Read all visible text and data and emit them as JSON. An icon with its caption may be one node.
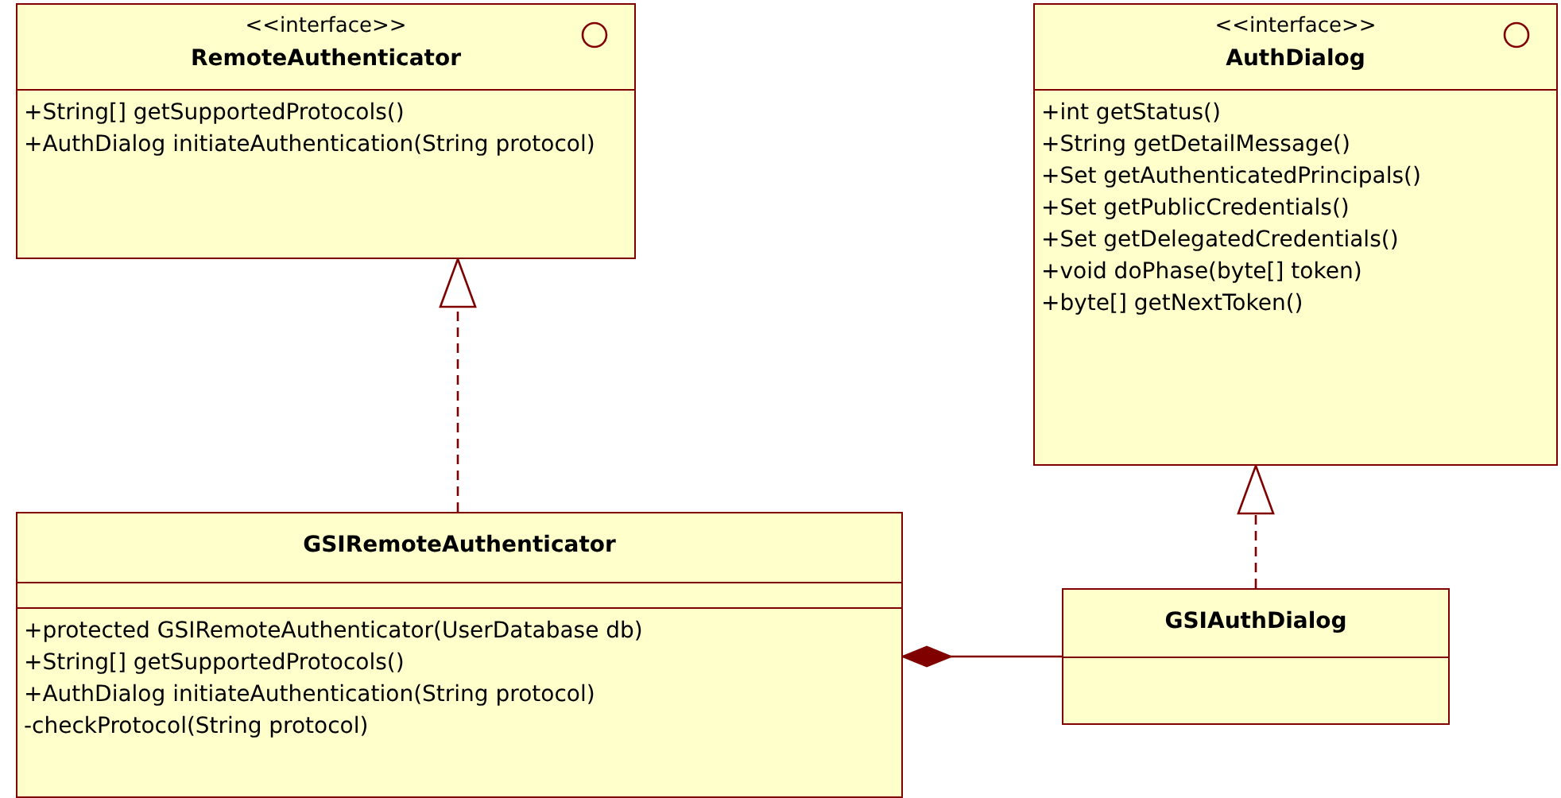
{
  "diagram": {
    "nodes": [
      {
        "text": [
          "<<interface>>",
          "RemoteAuthenticator",
          "+String[] getSupportedProtocols()",
          "+AuthDialog initiateAuthentication(String protocol)"
        ]
      },
      {
        "text": [
          "<<interface>>",
          "AuthDialog",
          "+int getStatus()",
          "+String getDetailMessage()",
          "+Set getAuthenticatedPrincipals()",
          "+Set getPublicCredentials()",
          "+Set getDelegatedCredentials()",
          "+void doPhase(byte[] token)",
          "+byte[] getNextToken()"
        ]
      },
      {
        "text": [
          "GSIRemoteAuthenticator",
          "+protected GSIRemoteAuthenticator(UserDatabase db)",
          "+String[] getSupportedProtocols()",
          "+AuthDialog initiateAuthentication(String protocol)",
          "-checkProtocol(String protocol)"
        ]
      },
      {
        "text": [
          "GSIAuthDialog"
        ]
      }
    ],
    "edges": [
      {
        "from": 2,
        "to": 0,
        "arrow": "to",
        "style": "dashed"
      },
      {
        "from": 3,
        "to": 1,
        "arrow": "to",
        "style": "dashed"
      },
      {
        "from": 3,
        "to": 2,
        "arrow": "other"
      }
    ]
  }
}
